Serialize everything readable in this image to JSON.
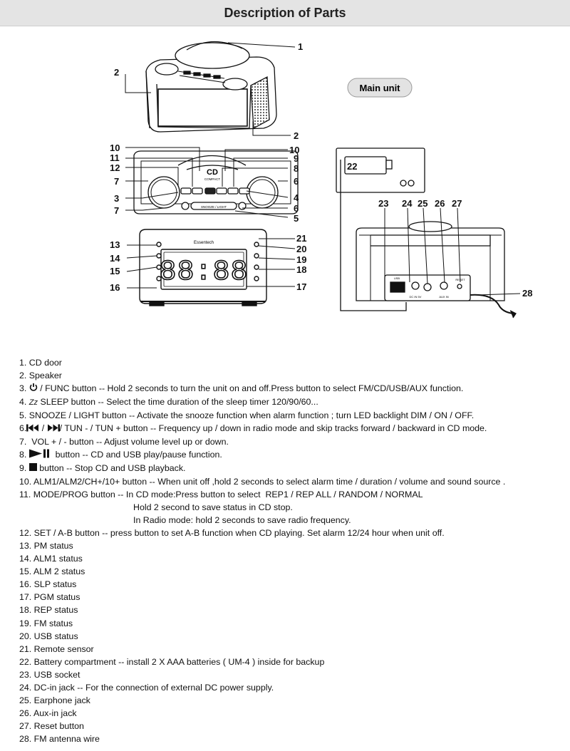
{
  "header": {
    "title": "Description of Parts"
  },
  "diagram": {
    "main_unit_badge": "Main unit",
    "device_brand": "Essentech",
    "clock_display": "88:88",
    "cd_logo": "CD",
    "cd_logo_sub": "COMPACT",
    "snooze_light_label": "SNOOZE / LIGHT",
    "usb_label": "USB",
    "dc_label": "DC IN 5V",
    "aux_label": "AUX IN",
    "reset_label": "RESET",
    "callouts": {
      "c1": "1",
      "c2a": "2",
      "c2b": "2",
      "c10l": "10",
      "c11": "11",
      "c12": "12",
      "c7a": "7",
      "c3": "3",
      "c7b": "7",
      "c10r": "10",
      "c9": "9",
      "c8": "8",
      "c6a": "6",
      "c4": "4",
      "c6b": "6",
      "c5": "5",
      "c13": "13",
      "c14": "14",
      "c15": "15",
      "c16": "16",
      "c21": "21",
      "c20": "20",
      "c19": "19",
      "c18": "18",
      "c17": "17",
      "c22": "22",
      "c23": "23",
      "c24": "24",
      "c25": "25",
      "c26": "26",
      "c27": "27",
      "c28": "28"
    }
  },
  "legend": {
    "items": [
      {
        "pre": "1. CD door",
        "post": ""
      },
      {
        "pre": "2. Speaker",
        "post": ""
      },
      {
        "pre": "3. ",
        "icon": "power-icon",
        "post": " / FUNC button -- Hold 2 seconds to turn the unit on and off.Press button to select FM/CD/USB/AUX function."
      },
      {
        "pre": "4. ",
        "icon_text": "Zz",
        "post": " SLEEP button -- Select the time duration of the sleep timer 120/90/60..."
      },
      {
        "pre": "5. SNOOZE / LIGHT button -- Activate the snooze function when alarm function ; turn LED backlight DIM / ON / OFF.",
        "post": ""
      },
      {
        "pre": "6.",
        "icon": "skip-back-icon",
        "mid": " / ",
        "icon2": "skip-forward-icon",
        "post": "/ TUN - / TUN + button -- Frequency up / down in radio mode and skip tracks forward / backward in CD mode."
      },
      {
        "pre": "7.  VOL + / - button -- Adjust volume level up or down.",
        "post": ""
      },
      {
        "pre": "8. ",
        "icon": "play-pause-icon",
        "post": "  button -- CD and USB play/pause function."
      },
      {
        "pre": "9. ",
        "icon": "stop-icon",
        "post": " button -- Stop CD and USB playback."
      },
      {
        "pre": "10. ALM1/ALM2/CH+/10+ button -- When unit off ,hold 2 seconds to select alarm time / duration / volume and sound source .",
        "post": ""
      },
      {
        "pre": "11. MODE/PROG button -- In CD mode:Press button to select  REP1 / REP ALL / RANDOM / NORMAL",
        "post": ""
      },
      {
        "pre": "Hold 2 second to save status in CD stop.",
        "post": "",
        "indent": true
      },
      {
        "pre": "In Radio mode: hold 2 seconds to save radio frequency.",
        "post": "",
        "indent": true
      },
      {
        "pre": "12. SET / A-B button -- press button to set A-B function when CD playing. Set alarm 12/24 hour when unit off.",
        "post": ""
      },
      {
        "pre": "13. PM status",
        "post": ""
      },
      {
        "pre": "14. ALM1 status",
        "post": ""
      },
      {
        "pre": "15. ALM 2 status",
        "post": ""
      },
      {
        "pre": "16. SLP status",
        "post": ""
      },
      {
        "pre": "17. PGM status",
        "post": ""
      },
      {
        "pre": "18. REP status",
        "post": ""
      },
      {
        "pre": "19. FM status",
        "post": ""
      },
      {
        "pre": "20. USB status",
        "post": ""
      },
      {
        "pre": "21. Remote sensor",
        "post": ""
      },
      {
        "pre": "22. Battery compartment -- install 2 X AAA batteries ( UM-4 ) inside for backup",
        "post": ""
      },
      {
        "pre": "23. USB socket",
        "post": ""
      },
      {
        "pre": "24. DC-in jack -- For the connection of external DC power supply.",
        "post": ""
      },
      {
        "pre": "25. Earphone jack",
        "post": ""
      },
      {
        "pre": "26. Aux-in jack",
        "post": ""
      },
      {
        "pre": "27. Reset button",
        "post": ""
      },
      {
        "pre": "28. FM antenna wire",
        "post": ""
      }
    ]
  }
}
